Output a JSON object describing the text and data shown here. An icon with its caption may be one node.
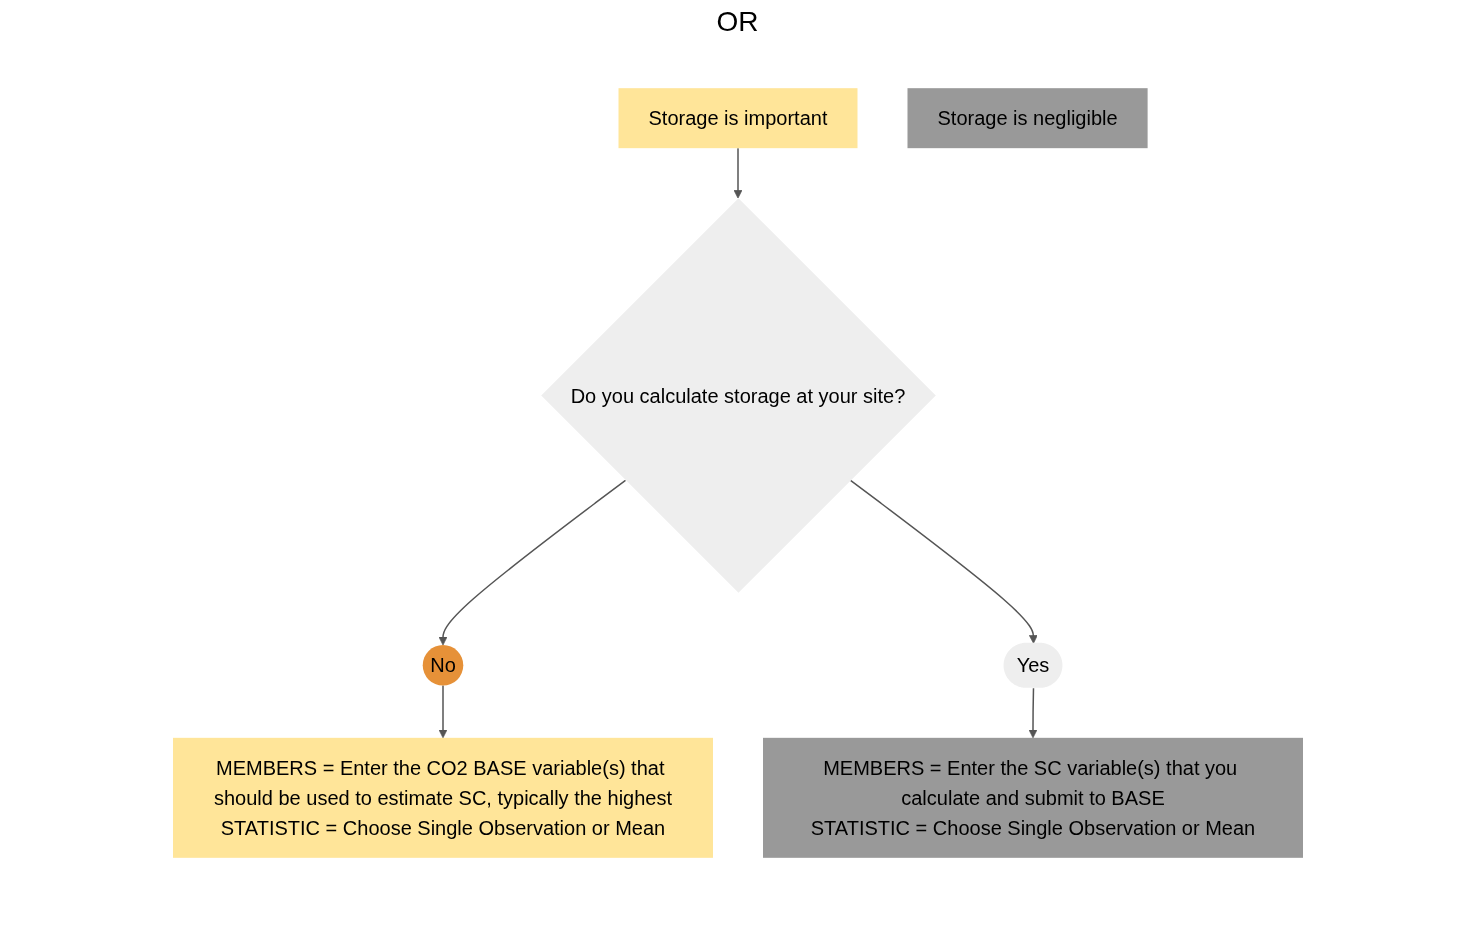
{
  "diagram": {
    "nodes": [
      {
        "text": [
          "Storage is important"
        ]
      },
      {
        "text": [
          "Storage is negligible"
        ]
      },
      {
        "text": [
          "Do you calculate storage at your site?"
        ]
      },
      {
        "text": [
          "No"
        ]
      },
      {
        "text": [
          "MEMBERS = Enter the CO2 BASE variable(s) that should be used to estimate SC, typically the highest",
          "STATISTIC = Choose Single Observation or Mean"
        ]
      },
      {
        "text": [
          "Yes"
        ]
      },
      {
        "text": [
          "MEMBERS = Enter the SC variable(s) that you calculate and submit to BASE",
          "STATISTIC = Choose Single Observation or Mean"
        ]
      }
    ],
    "edges": [
      {
        "from": 0,
        "to": 2,
        "arrow": "to"
      },
      {
        "from": 2,
        "to": 3,
        "arrow": "to"
      },
      {
        "from": 3,
        "to": 4,
        "arrow": "to"
      },
      {
        "from": 2,
        "to": 5,
        "arrow": "to"
      },
      {
        "from": 5,
        "to": 6,
        "arrow": "to"
      }
    ],
    "labels": [
      "OR"
    ]
  }
}
